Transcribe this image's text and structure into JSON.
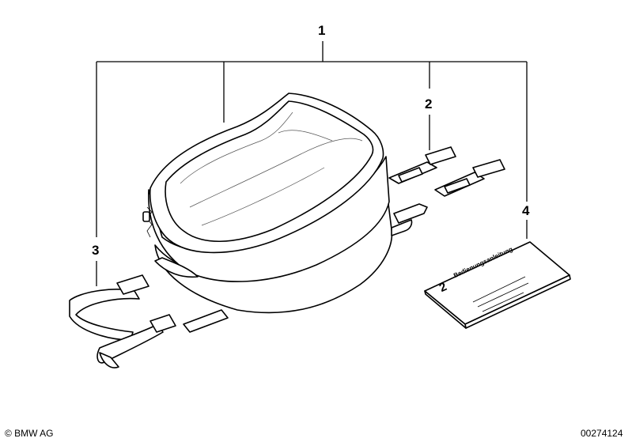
{
  "callouts": {
    "c1": "1",
    "c2": "2",
    "c3": "3",
    "c4": "4"
  },
  "manual": {
    "number": "2",
    "title": "Bedienungsanleitung"
  },
  "footer": {
    "copyright": "© BMW AG",
    "drawing_number": "00274124"
  }
}
